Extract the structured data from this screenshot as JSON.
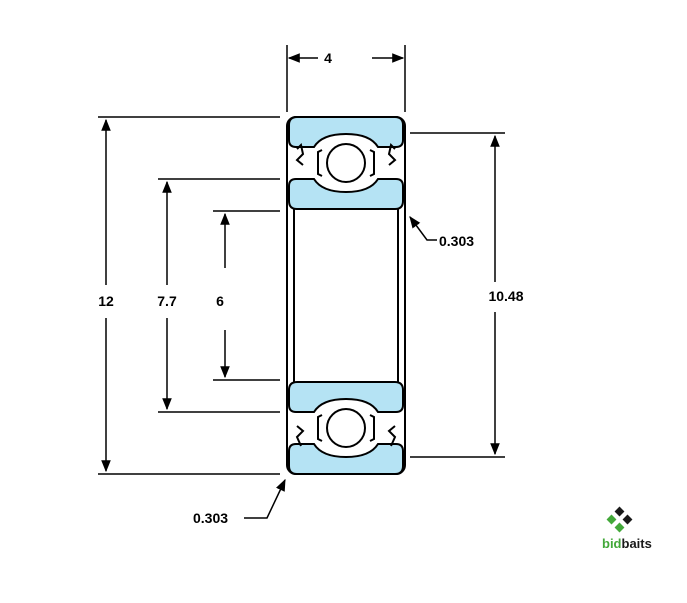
{
  "dimensions": {
    "width": "4",
    "outer_diameter": "12",
    "shoulder_diameter": "7.7",
    "bore": "6",
    "outer_shoulder": "10.48",
    "chamfer_top": "0.303",
    "chamfer_bottom": "0.303"
  },
  "logo": {
    "part1": "bid",
    "part2": "baits"
  },
  "colors": {
    "ring_fill": "#b5e3f4",
    "line": "#000000",
    "logo_green": "#43a83a",
    "logo_dark": "#1a1a1a"
  }
}
